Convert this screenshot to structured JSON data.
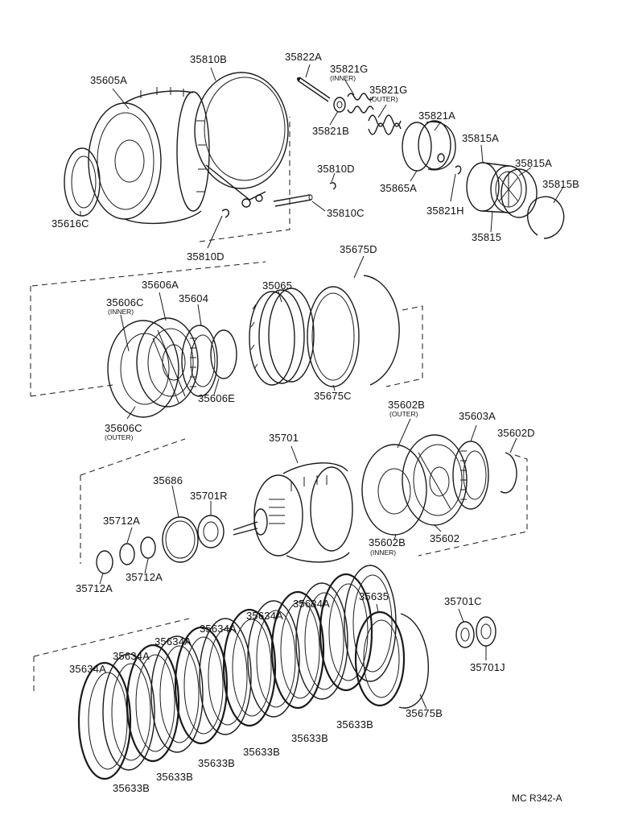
{
  "labels": {
    "p35605A": "35605A",
    "p35810B": "35810B",
    "p35822A": "35822A",
    "p35821G_inner": "35821G",
    "p35821G_outer": "35821G",
    "p35821B": "35821B",
    "p35821A": "35821A",
    "p35815A_a": "35815A",
    "p35815A_b": "35815A",
    "p35815B": "35815B",
    "p35616C": "35616C",
    "p35810D_a": "35810D",
    "p35810D_b": "35810D",
    "p35810C": "35810C",
    "p35865A": "35865A",
    "p35821H": "35821H",
    "p35815": "35815",
    "p35065": "35065",
    "p35675D": "35675D",
    "p35606A": "35606A",
    "p35606C_inner": "35606C",
    "p35604": "35604",
    "p35606E": "35606E",
    "p35606C_outer": "35606C",
    "p35675C": "35675C",
    "p35602B_outer": "35602B",
    "p35603A": "35603A",
    "p35602D": "35602D",
    "p35701": "35701",
    "p35686": "35686",
    "p35701R": "35701R",
    "p35712A_a": "35712A",
    "p35712A_b": "35712A",
    "p35712A_c": "35712A",
    "p35602B_inner": "35602B",
    "p35602": "35602",
    "p35635": "35635",
    "p35701C": "35701C",
    "p35701J": "35701J",
    "p35675B": "35675B",
    "p35634A_1": "35634A",
    "p35634A_2": "35634A",
    "p35634A_3": "35634A",
    "p35634A_4": "35634A",
    "p35634A_5": "35634A",
    "p35634A_6": "35634A",
    "p35633B_1": "35633B",
    "p35633B_2": "35633B",
    "p35633B_3": "35633B",
    "p35633B_4": "35633B",
    "p35633B_5": "35633B",
    "p35633B_6": "35633B"
  },
  "sublabels": {
    "inner_821G": "(INNER)",
    "outer_821G": "(OUTER)",
    "inner_606C": "(INNER)",
    "outer_606C": "(OUTER)",
    "outer_602B": "(OUTER)",
    "inner_602B": "(INNER)"
  },
  "diagram_code": "MC R342-A"
}
